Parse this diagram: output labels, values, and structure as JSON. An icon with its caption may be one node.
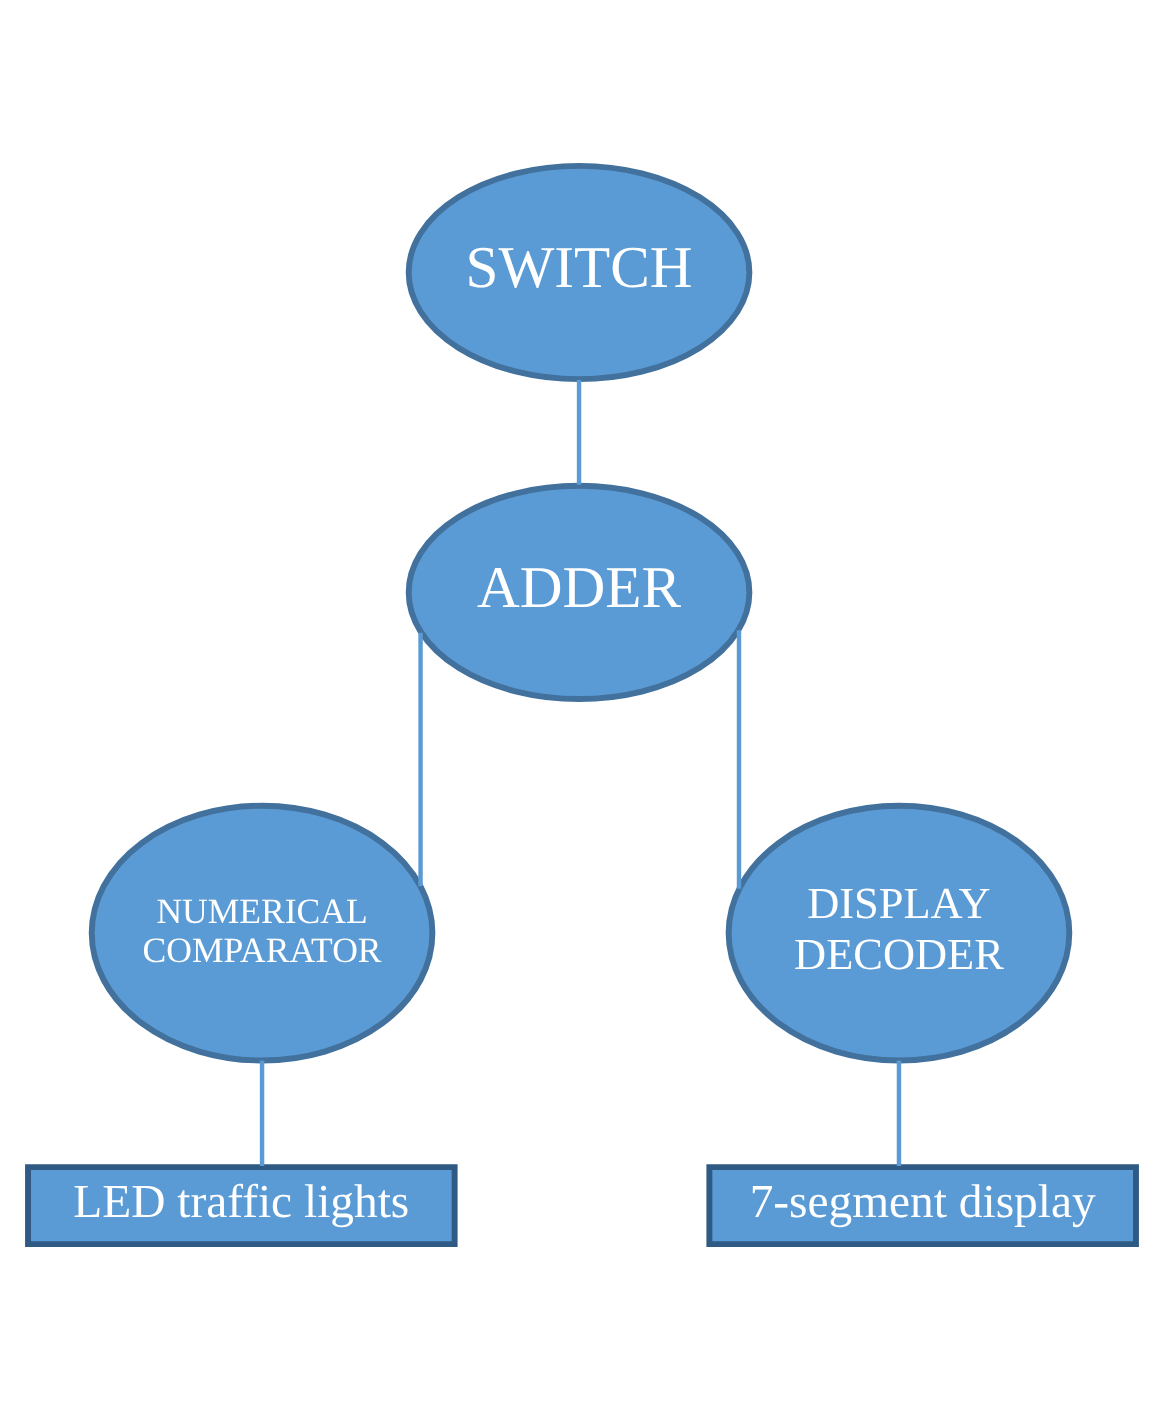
{
  "diagram": {
    "nodes": [
      {
        "text": [
          "SWITCH"
        ]
      },
      {
        "text": [
          "ADDER"
        ]
      },
      {
        "text": [
          "NUMERICAL COMPARATOR"
        ]
      },
      {
        "text": [
          "DISPLAY DECODER"
        ]
      },
      {
        "text": [
          "LED traffic lights"
        ]
      },
      {
        "text": [
          "7-segment display"
        ]
      }
    ],
    "edges": [
      {
        "from": 0,
        "to": 1,
        "arrow": "none"
      },
      {
        "from": 1,
        "to": 2,
        "arrow": "none"
      },
      {
        "from": 1,
        "to": 3,
        "arrow": "none"
      },
      {
        "from": 2,
        "to": 4,
        "arrow": "none"
      },
      {
        "from": 3,
        "to": 5,
        "arrow": "none"
      }
    ]
  }
}
